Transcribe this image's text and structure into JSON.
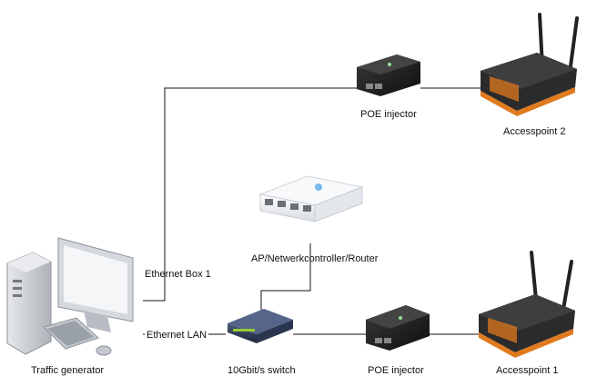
{
  "labels": {
    "poe_injector_top": "POE injector",
    "accesspoint_2": "Accesspoint 2",
    "router": "AP/Netwerkcontroller/Router",
    "ethernet_box_1": "Ethernet Box 1",
    "ethernet_lan": "Ethernet LAN",
    "traffic_generator": "Traffic generator",
    "switch": "10Gbit/s switch",
    "poe_injector_bottom": "POE injector",
    "accesspoint_1": "Accesspoint 1"
  },
  "colors": {
    "line": "#111111",
    "ap_body": "#2b2b2b",
    "ap_accent": "#e07a1f",
    "router_body": "#f1f3f5",
    "switch_body": "#2d3a55",
    "computer_body": "#cfd3d8"
  }
}
